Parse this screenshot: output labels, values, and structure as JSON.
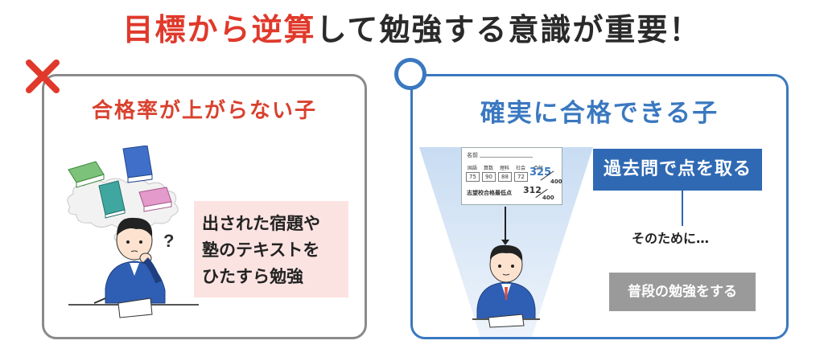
{
  "headline": {
    "accent": "目標から逆算",
    "rest": "して勉強する意識が重要！"
  },
  "left_panel": {
    "title": "合格率が上がらない子",
    "text_lines": [
      "出された宿題や",
      "塾のテキストを",
      "ひたすら勉強"
    ],
    "marker_icon": "cross-icon",
    "question_mark": "?"
  },
  "right_panel": {
    "title": "確実に合格できる子",
    "marker_icon": "circle-icon",
    "score_card": {
      "name_label": "名前",
      "subjects": [
        "国語",
        "算数",
        "理科",
        "社会",
        "合計"
      ],
      "scores": [
        "75",
        "90",
        "88",
        "72"
      ],
      "total": "325",
      "total_max": "400",
      "min_label": "志望校合格最低点",
      "min_score": "312",
      "min_max": "400"
    },
    "goal": "過去問で点を取る",
    "connector": "そのために…",
    "action": "普段の勉強をする"
  },
  "colors": {
    "red": "#e0392b",
    "blue": "#2f69b3",
    "gray": "#9a9a9a",
    "pink": "#fbe3e1"
  }
}
